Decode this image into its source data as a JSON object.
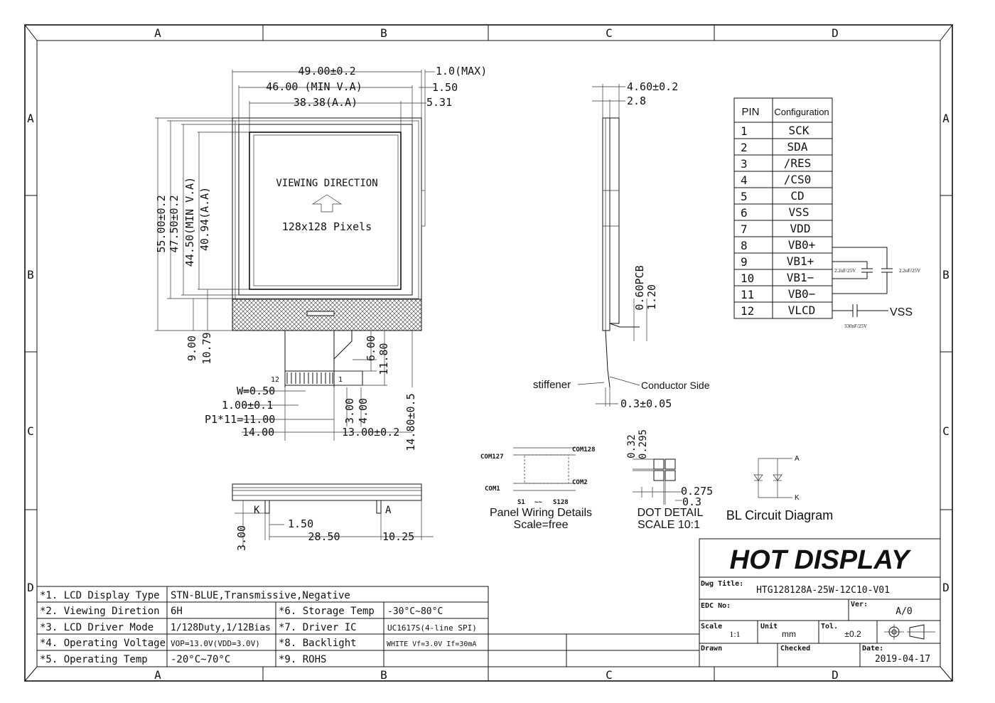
{
  "frame": {
    "columns": [
      "A",
      "B",
      "C",
      "D"
    ],
    "rows": [
      "A",
      "B",
      "C",
      "D"
    ]
  },
  "front_view": {
    "viewing_direction": "VIEWING DIRECTION",
    "pixels": "128x128 Pixels",
    "dims_top": [
      "49.00±0.2",
      "46.00 (MIN V.A)",
      "38.38(A.A)",
      "1.0(MAX)",
      "1.50",
      "5.31"
    ],
    "dims_left": [
      "55.00±0.2",
      "47.50±0.2",
      "44.50(MIN V.A)",
      "40.94(A.A)",
      "9.00",
      "10.79"
    ],
    "fpc_dims": [
      "6.00",
      "11.80",
      "3.00",
      "4.00",
      "14.80±0.5",
      "13.00±0.2",
      "14.00",
      "P1*11=11.00",
      "1.00±0.1",
      "W=0.50"
    ],
    "pin_first": "12",
    "pin_last": "1"
  },
  "bottom_view": {
    "labels": [
      "K",
      "A"
    ],
    "dims": [
      "1.50",
      "3.00",
      "28.50",
      "10.25"
    ]
  },
  "side_view": {
    "dims": [
      "4.60±0.2",
      "2.8",
      "0.60PCB",
      "1.20",
      "0.3±0.05"
    ],
    "stiffener": "stiffener",
    "conductor": "Conductor Side"
  },
  "pin_table": {
    "headers": [
      "PIN",
      "Configuration"
    ],
    "rows": [
      [
        "1",
        "SCK"
      ],
      [
        "2",
        "SDA"
      ],
      [
        "3",
        "/RES"
      ],
      [
        "4",
        "/CS0"
      ],
      [
        "5",
        "CD"
      ],
      [
        "6",
        "VSS"
      ],
      [
        "7",
        "VDD"
      ],
      [
        "8",
        "VB0+"
      ],
      [
        "9",
        "VB1+"
      ],
      [
        "10",
        "VB1−"
      ],
      [
        "11",
        "VB0−"
      ],
      [
        "12",
        "VLCD"
      ]
    ],
    "cap1": "2.2uF/25V",
    "cap2": "2.2uF/25V",
    "cap3": "330nF/25V",
    "vss": "VSS"
  },
  "panel_wiring": {
    "labels": [
      "COM127",
      "COM128",
      "COM1",
      "COM2",
      "S1",
      "~~",
      "S128"
    ],
    "title": "Panel Wiring Details",
    "subtitle": "Scale=free"
  },
  "dot_detail": {
    "dims": [
      "0.32",
      "0.295",
      "0.275",
      "0.3"
    ],
    "title": "DOT DETAIL",
    "subtitle": "SCALE 10:1"
  },
  "bl_circuit": {
    "a": "A",
    "k": "K",
    "title": "BL Circuit Diagram"
  },
  "spec_table": {
    "left": [
      [
        "*1. LCD Display Type",
        "STN-BLUE,Transmissive,Negative"
      ],
      [
        "*2. Viewing Diretion",
        "6H"
      ],
      [
        "*3. LCD Driver Mode",
        "1/128Duty,1/12Bias"
      ],
      [
        "*4. Operating Voltage",
        "VOP=13.0V(VDD=3.0V)"
      ],
      [
        "*5. Operating Temp",
        "-20°C~70°C"
      ]
    ],
    "right": [
      [
        "*6. Storage Temp",
        "-30°C~80°C"
      ],
      [
        "*7. Driver IC",
        "UC1617S(4-line SPI)"
      ],
      [
        "*8. Backlight",
        "WHITE  Vf=3.0V  If=30mA"
      ],
      [
        "*9. ROHS",
        ""
      ]
    ]
  },
  "title_block": {
    "company": "HOT DISPLAY",
    "dwg_title_label": "Dwg Title:",
    "dwg_title": "HTG128128A-25W-12C10-V01",
    "edc_label": "EDC No:",
    "ver_label": "Ver:",
    "ver": "A/0",
    "scale_label": "Scale",
    "scale": "1:1",
    "unit_label": "Unit",
    "unit": "mm",
    "tol_label": "Tol.",
    "tol": "±0.2",
    "drawn_label": "Drawn",
    "checked_label": "Checked",
    "date_label": "Date:",
    "date": "2019-04-17"
  }
}
